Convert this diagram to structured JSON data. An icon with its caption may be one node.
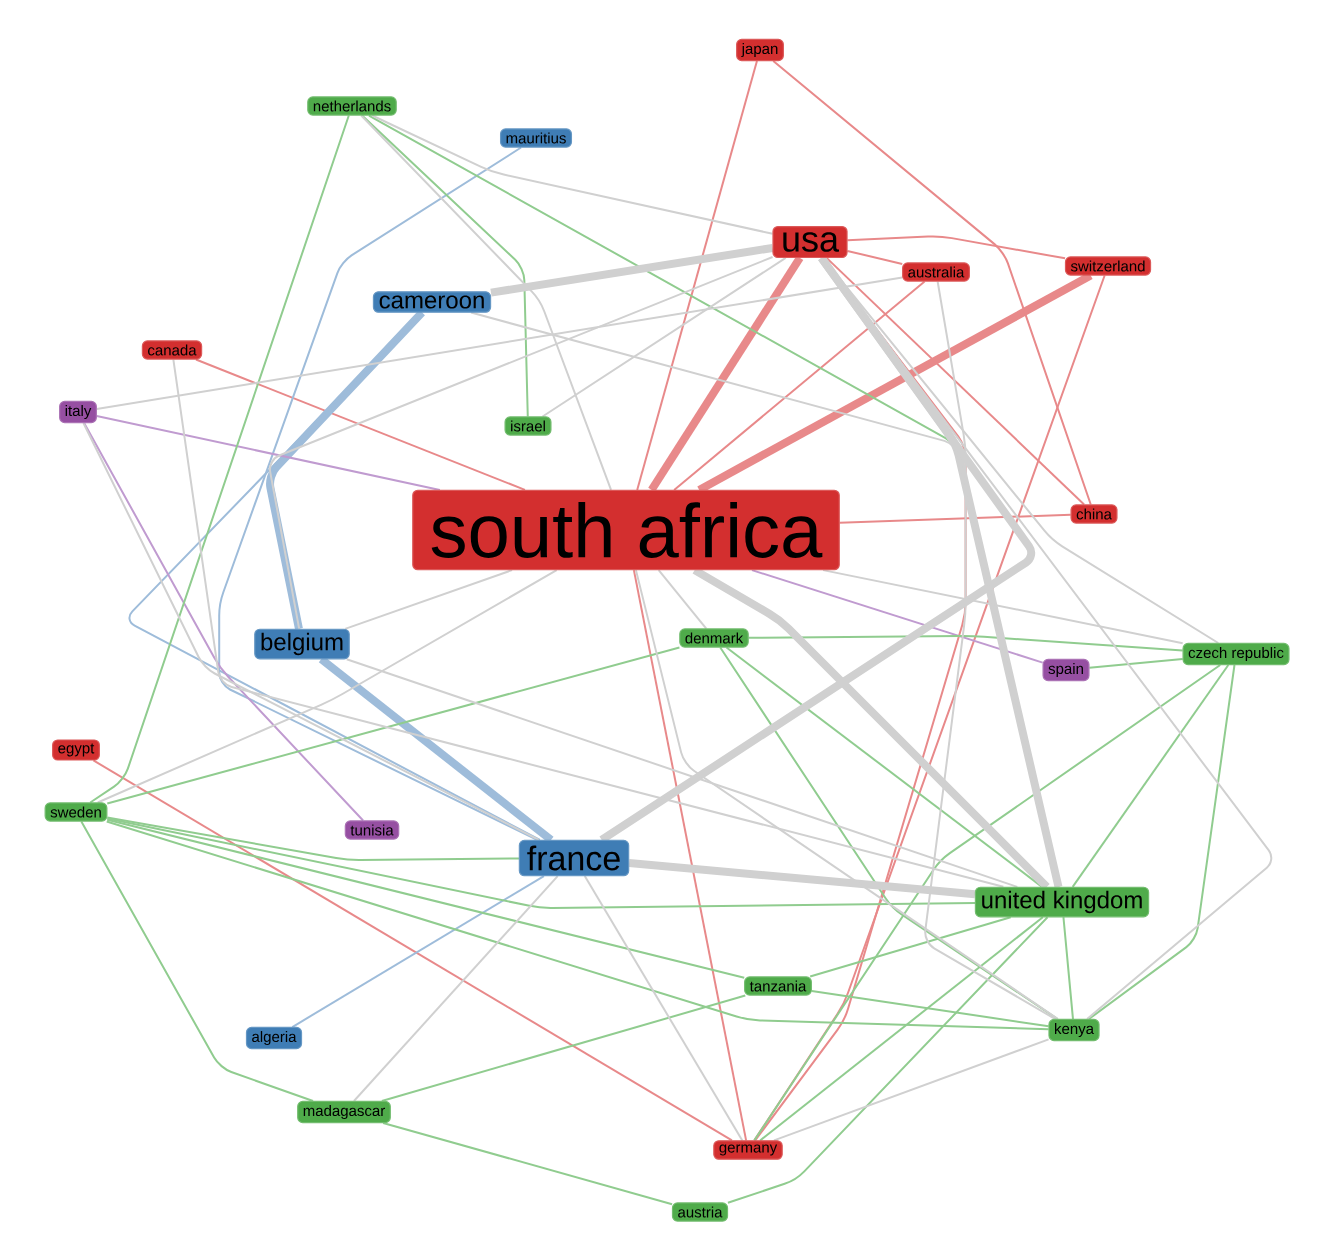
{
  "diagram": {
    "nodes": [
      {
        "text": [
          "japan"
        ]
      },
      {
        "text": [
          "netherlands"
        ]
      },
      {
        "text": [
          "mauritius"
        ]
      },
      {
        "text": [
          "usa"
        ]
      },
      {
        "text": [
          "switzerland"
        ]
      },
      {
        "text": [
          "australia"
        ]
      },
      {
        "text": [
          "cameroon"
        ]
      },
      {
        "text": [
          "canada"
        ]
      },
      {
        "text": [
          "italy"
        ]
      },
      {
        "text": [
          "israel"
        ]
      },
      {
        "text": [
          "china"
        ]
      },
      {
        "text": [
          "south africa"
        ]
      },
      {
        "text": [
          "denmark"
        ]
      },
      {
        "text": [
          "belgium"
        ]
      },
      {
        "text": [
          "czech republic"
        ]
      },
      {
        "text": [
          "spain"
        ]
      },
      {
        "text": [
          "egypt"
        ]
      },
      {
        "text": [
          "sweden"
        ]
      },
      {
        "text": [
          "tunisia"
        ]
      },
      {
        "text": [
          "france"
        ]
      },
      {
        "text": [
          "united kingdom"
        ]
      },
      {
        "text": [
          "tanzania"
        ]
      },
      {
        "text": [
          "kenya"
        ]
      },
      {
        "text": [
          "algeria"
        ]
      },
      {
        "text": [
          "madagascar"
        ]
      },
      {
        "text": [
          "germany"
        ]
      },
      {
        "text": [
          "austria"
        ]
      }
    ],
    "edges": [
      {
        "from": 11,
        "to": 3,
        "arrow": "none",
        "style": "thick",
        "color": "#e8898a"
      },
      {
        "from": 11,
        "to": 4,
        "arrow": "none",
        "style": "thick",
        "color": "#e8898a"
      },
      {
        "from": 11,
        "to": 5,
        "arrow": "none",
        "color": "#e8898a"
      },
      {
        "from": 11,
        "to": 10,
        "arrow": "none",
        "color": "#e8898a"
      },
      {
        "from": 11,
        "to": 7,
        "arrow": "none",
        "color": "#e8898a"
      },
      {
        "from": 11,
        "to": 25,
        "arrow": "none",
        "color": "#e8898a"
      },
      {
        "from": 11,
        "to": 0,
        "arrow": "none",
        "color": "#e8898a"
      },
      {
        "from": 3,
        "to": 5,
        "arrow": "none",
        "color": "#e8898a"
      },
      {
        "from": 3,
        "to": 4,
        "arrow": "none",
        "color": "#e8898a"
      },
      {
        "from": 3,
        "to": 10,
        "arrow": "none",
        "color": "#e8898a"
      },
      {
        "from": 3,
        "to": 25,
        "arrow": "none",
        "color": "#e8898a"
      },
      {
        "from": 0,
        "to": 10,
        "arrow": "none",
        "color": "#e8898a"
      },
      {
        "from": 4,
        "to": 25,
        "arrow": "none",
        "color": "#e8898a"
      },
      {
        "from": 16,
        "to": 25,
        "arrow": "none",
        "color": "#e8898a"
      },
      {
        "from": 6,
        "to": 13,
        "arrow": "none",
        "style": "thick",
        "color": "#9ebcda"
      },
      {
        "from": 13,
        "to": 19,
        "arrow": "none",
        "style": "thick",
        "color": "#9ebcda"
      },
      {
        "from": 6,
        "to": 19,
        "arrow": "none",
        "color": "#9ebcda"
      },
      {
        "from": 2,
        "to": 19,
        "arrow": "none",
        "color": "#9ebcda"
      },
      {
        "from": 23,
        "to": 19,
        "arrow": "none",
        "color": "#9ebcda"
      },
      {
        "from": 8,
        "to": 18,
        "arrow": "none",
        "color": "#c09bd0"
      },
      {
        "from": 8,
        "to": 11,
        "arrow": "none",
        "color": "#c09bd0"
      },
      {
        "from": 11,
        "to": 15,
        "arrow": "none",
        "color": "#c09bd0"
      },
      {
        "from": 17,
        "to": 19,
        "arrow": "none",
        "color": "#90cc8f"
      },
      {
        "from": 17,
        "to": 12,
        "arrow": "none",
        "color": "#90cc8f"
      },
      {
        "from": 17,
        "to": 24,
        "arrow": "none",
        "color": "#90cc8f"
      },
      {
        "from": 17,
        "to": 20,
        "arrow": "none",
        "color": "#90cc8f"
      },
      {
        "from": 17,
        "to": 21,
        "arrow": "none",
        "color": "#90cc8f"
      },
      {
        "from": 17,
        "to": 22,
        "arrow": "none",
        "color": "#90cc8f"
      },
      {
        "from": 1,
        "to": 17,
        "arrow": "none",
        "color": "#90cc8f"
      },
      {
        "from": 1,
        "to": 9,
        "arrow": "none",
        "color": "#90cc8f"
      },
      {
        "from": 1,
        "to": 20,
        "arrow": "none",
        "color": "#90cc8f"
      },
      {
        "from": 12,
        "to": 14,
        "arrow": "none",
        "color": "#90cc8f"
      },
      {
        "from": 12,
        "to": 20,
        "arrow": "none",
        "color": "#90cc8f"
      },
      {
        "from": 12,
        "to": 22,
        "arrow": "none",
        "color": "#90cc8f"
      },
      {
        "from": 20,
        "to": 21,
        "arrow": "none",
        "color": "#90cc8f"
      },
      {
        "from": 20,
        "to": 25,
        "arrow": "none",
        "color": "#90cc8f"
      },
      {
        "from": 20,
        "to": 22,
        "arrow": "none",
        "color": "#90cc8f"
      },
      {
        "from": 20,
        "to": 14,
        "arrow": "none",
        "color": "#90cc8f"
      },
      {
        "from": 20,
        "to": 26,
        "arrow": "none",
        "color": "#90cc8f"
      },
      {
        "from": 21,
        "to": 24,
        "arrow": "none",
        "color": "#90cc8f"
      },
      {
        "from": 21,
        "to": 22,
        "arrow": "none",
        "color": "#90cc8f"
      },
      {
        "from": 24,
        "to": 26,
        "arrow": "none",
        "color": "#90cc8f"
      },
      {
        "from": 14,
        "to": 15,
        "arrow": "none",
        "color": "#90cc8f"
      },
      {
        "from": 14,
        "to": 25,
        "arrow": "none",
        "color": "#90cc8f"
      },
      {
        "from": 14,
        "to": 22,
        "arrow": "none",
        "color": "#90cc8f"
      },
      {
        "from": 19,
        "to": 20,
        "arrow": "none",
        "style": "thick"
      },
      {
        "from": 3,
        "to": 20,
        "arrow": "none",
        "style": "thick"
      },
      {
        "from": 3,
        "to": 6,
        "arrow": "none",
        "style": "thick"
      },
      {
        "from": 3,
        "to": 19,
        "arrow": "none",
        "style": "thick"
      },
      {
        "from": 11,
        "to": 20,
        "arrow": "none",
        "style": "thick"
      },
      {
        "from": 11,
        "to": 13,
        "arrow": "none"
      },
      {
        "from": 11,
        "to": 17,
        "arrow": "none"
      },
      {
        "from": 11,
        "to": 12,
        "arrow": "none"
      },
      {
        "from": 11,
        "to": 14,
        "arrow": "none"
      },
      {
        "from": 11,
        "to": 22,
        "arrow": "none"
      },
      {
        "from": 1,
        "to": 11,
        "arrow": "none"
      },
      {
        "from": 1,
        "to": 3,
        "arrow": "none"
      },
      {
        "from": 19,
        "to": 24,
        "arrow": "none"
      },
      {
        "from": 19,
        "to": 25,
        "arrow": "none"
      },
      {
        "from": 3,
        "to": 22,
        "arrow": "none"
      },
      {
        "from": 3,
        "to": 13,
        "arrow": "none"
      },
      {
        "from": 3,
        "to": 14,
        "arrow": "none"
      },
      {
        "from": 7,
        "to": 20,
        "arrow": "none"
      },
      {
        "from": 8,
        "to": 19,
        "arrow": "none"
      },
      {
        "from": 6,
        "to": 20,
        "arrow": "none"
      },
      {
        "from": 13,
        "to": 20,
        "arrow": "none"
      },
      {
        "from": 9,
        "to": 3,
        "arrow": "none"
      },
      {
        "from": 25,
        "to": 22,
        "arrow": "none"
      },
      {
        "from": 5,
        "to": 22,
        "arrow": "none"
      },
      {
        "from": 8,
        "to": 5,
        "arrow": "none"
      }
    ]
  }
}
